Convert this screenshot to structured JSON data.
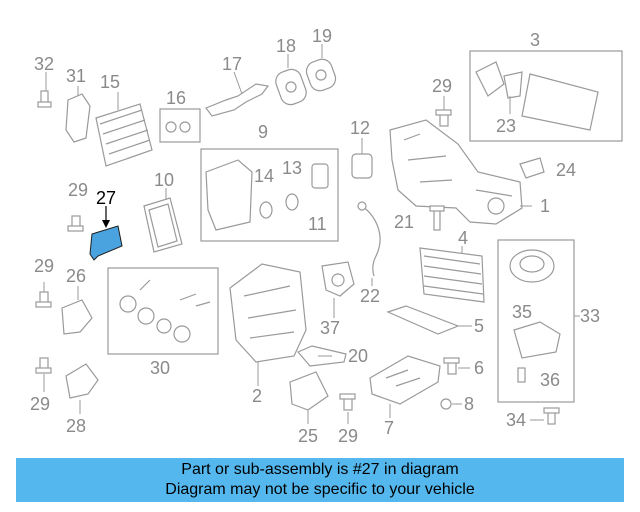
{
  "diagram": {
    "highlight_color": "#4aa3df",
    "highlight_part": "27",
    "part_numbers": {
      "p1": "1",
      "p2": "2",
      "p3": "3",
      "p4": "4",
      "p5": "5",
      "p6": "6",
      "p7": "7",
      "p8": "8",
      "p9": "9",
      "p10": "10",
      "p11": "11",
      "p12": "12",
      "p13": "13",
      "p14": "14",
      "p15": "15",
      "p16": "16",
      "p17": "17",
      "p18": "18",
      "p19": "19",
      "p20": "20",
      "p21": "21",
      "p22": "22",
      "p23": "23",
      "p24": "24",
      "p25": "25",
      "p26": "26",
      "p27": "27",
      "p28": "28",
      "p29a": "29",
      "p29b": "29",
      "p29c": "29",
      "p29d": "29",
      "p29e": "29",
      "p30": "30",
      "p31": "31",
      "p32": "32",
      "p33": "33",
      "p34": "34",
      "p35": "35",
      "p36": "36",
      "p37": "37"
    }
  },
  "banner": {
    "background": "#54b8ef",
    "line1": "Part or sub-assembly is #27 in diagram",
    "line2": "Diagram may not be specific to your vehicle"
  }
}
